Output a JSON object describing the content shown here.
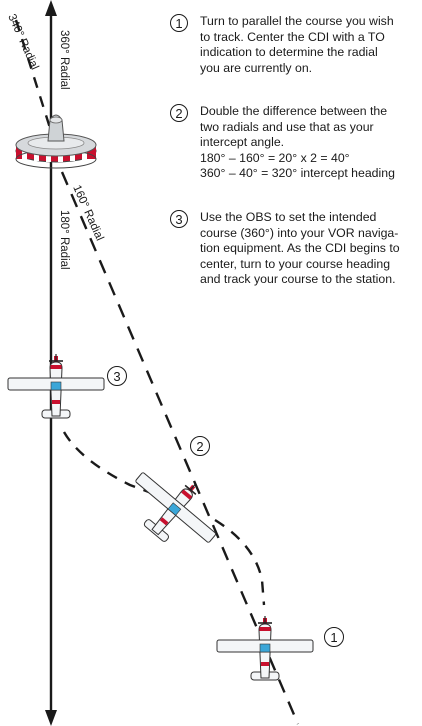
{
  "radials": {
    "r340": "340° Radial",
    "r360": "360° Radial",
    "r160": "160° Radial",
    "r180": "180° Radial"
  },
  "steps": [
    {
      "number": "1",
      "lines": [
        "Turn to parallel the course you wish",
        "to track. Center the CDI with a TO",
        "indication to determine the radial",
        "you are currently on."
      ]
    },
    {
      "number": "2",
      "lines": [
        "Double the difference between the",
        "two radials and use that as your",
        "intercept angle.",
        "180° – 160° = 20° x 2 = 40°",
        "360° – 40° = 320° intercept heading"
      ]
    },
    {
      "number": "3",
      "lines": [
        "Use the OBS to set the intended",
        "course (360°) into your VOR naviga-",
        "tion equipment. As the CDI begins to",
        "center, turn to your course heading",
        "and track your course to the station."
      ]
    }
  ],
  "markers": {
    "m1": "1",
    "m2": "2",
    "m3": "3"
  },
  "colors": {
    "airframe": "#f4f6f8",
    "stripe": "#c8102e",
    "window": "#3aa6d8",
    "line": "#1a1a1a"
  }
}
